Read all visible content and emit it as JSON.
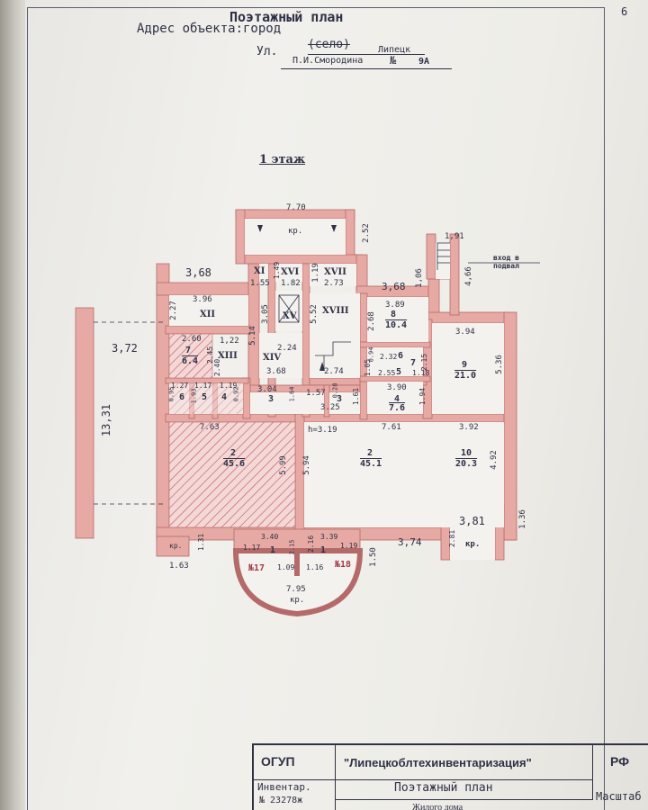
{
  "header": {
    "title": "Поэтажный план",
    "address_label": "Адрес объекта:город",
    "village_struck": "(село)",
    "city": "Липецк",
    "street_prefix": "Ул.",
    "street": "П.И.Смородина",
    "number_sign": "№",
    "house_number": "9А",
    "corner_number": "6"
  },
  "floor_title": "1 этаж",
  "basement_label": "вход в подвал",
  "porch_label": "кр.",
  "rooms": [
    {
      "id": "XI",
      "area": "1.55"
    },
    {
      "id": "XVI",
      "area": "1.82"
    },
    {
      "id": "XVII",
      "area": "2.73"
    },
    {
      "id": "XII"
    },
    {
      "id": "XV"
    },
    {
      "id": "XVIII"
    },
    {
      "id": "8",
      "area": "10.4"
    },
    {
      "id": "9",
      "area": "21.0"
    },
    {
      "id": "XIII"
    },
    {
      "id": "XIV"
    },
    {
      "id": "7",
      "area": "6.4"
    },
    {
      "id": "6"
    },
    {
      "id": "5"
    },
    {
      "id": "4"
    },
    {
      "id": "3"
    },
    {
      "id": "3b"
    },
    {
      "id": "2",
      "area": "45.6"
    },
    {
      "id": "2b",
      "area": "45.1"
    },
    {
      "id": "10",
      "area": "20.3"
    },
    {
      "id": "1"
    },
    {
      "id": "1b"
    }
  ],
  "room_labels": {
    "XI": "XI",
    "XVI": "XVI",
    "XVII": "XVII",
    "XII": "XII",
    "XV": "XV",
    "XVIII": "XVIII",
    "XIII": "XIII",
    "XIV": "XIV",
    "r8": "8",
    "r8a": "10.4",
    "r9": "9",
    "r9a": "21.0",
    "r7": "7",
    "r7a": "6.4",
    "r6": "6",
    "r5": "5",
    "r4": "4",
    "r3": "3",
    "r3b": "3",
    "r2": "2",
    "r2a": "45.6",
    "r2b": "2",
    "r2ba": "45.1",
    "r10": "10",
    "r10a": "20.3",
    "r1": "1",
    "r1b": "1",
    "r4b": "4",
    "r4ba": "7.6",
    "r5b": "5",
    "r6b": "6",
    "r7b": "7",
    "n17": "№17",
    "n18": "№18"
  },
  "dims": {
    "d770": "7.70",
    "d252": "2.52",
    "d191": "1,91",
    "d368a": "3,68",
    "d368b": "3,68",
    "d106": "1,06",
    "d466": "4,66",
    "d155": "1.55",
    "d182": "1.82",
    "d119": "1.19",
    "d273": "2.73",
    "d149": "1.49",
    "d396": "3.96",
    "d227": "2.27",
    "d305": "3.05",
    "d552": "5.52",
    "d389": "3.89",
    "d268": "2.68",
    "d372": "3,72",
    "d1331": "13,31",
    "d260": "2.60",
    "d122": "1,22",
    "d514": "5.14",
    "d224": "2.24",
    "d394": "3.94",
    "d245": "2.45",
    "d240": "2.40",
    "d368c": "3.68",
    "d274": "2.74",
    "d094": "0.94",
    "d232": "2.32",
    "d105": "1.05",
    "d255": "2.55",
    "d215": "2.15",
    "d118": "1.18",
    "d536": "5.36",
    "d127": "1.27",
    "d117": "1.17",
    "d119b": "1.19",
    "d304": "3.04",
    "d157": "1.57",
    "d390": "3.90",
    "d095": "0.95",
    "d193": "1.93",
    "d092": "0.92",
    "d164": "1.64",
    "d028": "0.28",
    "d161": "1.61",
    "d325": "3.25",
    "d194": "1.94",
    "d763": "7.63",
    "dh319": "h=3.19",
    "d761": "7.61",
    "d392": "3.92",
    "d599": "5.99",
    "d594": "5.94",
    "d492": "4.92",
    "d381": "3,81",
    "d136": "1.36",
    "d281": "2.81",
    "d131": "1.31",
    "d340": "3.40",
    "d339": "3.39",
    "d374": "3,74",
    "d216": "2.16",
    "d119c": "1.19",
    "d117b": "1.17",
    "d215b": "2.15",
    "d163": "1.63",
    "d109": "1.09",
    "d116": "1.16",
    "d150": "1.50",
    "d795": "7.95"
  },
  "stamp": {
    "org_type": "ОГУП",
    "org_name": "\"Липецкоблтехинвентаризация\"",
    "country": "РФ",
    "inventory_label": "Инвентар.",
    "inventory_no": "№ 23278ж",
    "plan_title": "Поэтажный план",
    "scale_label": "Масштаб",
    "building_type": "Жилого дома"
  },
  "colors": {
    "wall": "#e7a9a4",
    "wall_line": "#b56a6a",
    "ink": "#2f3145",
    "hatch": "#c05060"
  }
}
